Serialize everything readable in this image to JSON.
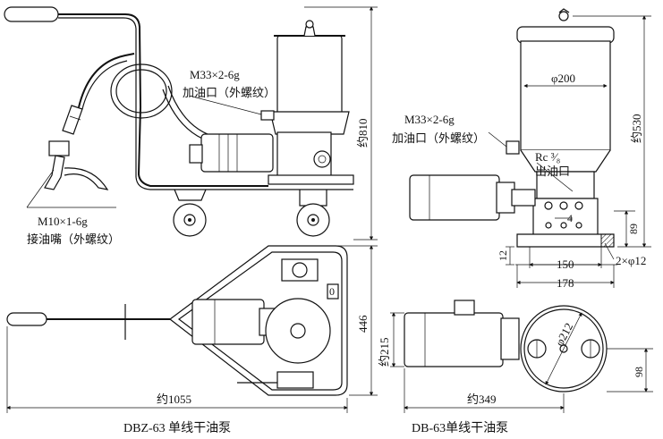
{
  "left_view": {
    "thread_spec": "M33×2-6g",
    "fill_port": "加油口（外螺纹）",
    "height_dim": "约810",
    "nozzle_thread": "M10×1-6g",
    "nozzle_label": "接油嘴（外螺纹）",
    "width_dim": "446",
    "length_dim": "约1055",
    "caption": "DBZ-63 单线干油泵",
    "plate_mark": "0"
  },
  "right_view": {
    "thread_spec": "M33×2-6g",
    "fill_port": "加油口（外螺纹）",
    "diameter_top": "φ200",
    "height_dim": "约530",
    "outlet_thread": "Rc ³⁄₈",
    "outlet_label": "出油口",
    "dim_4": "4",
    "dim_89": "89",
    "dim_12": "12",
    "dim_150": "150",
    "holes": "2×φ12",
    "dim_178": "178",
    "dim_215": "约215",
    "dim_212": "φ212",
    "dim_98": "98",
    "length_dim": "约349",
    "caption": "DB-63单线干油泵"
  }
}
